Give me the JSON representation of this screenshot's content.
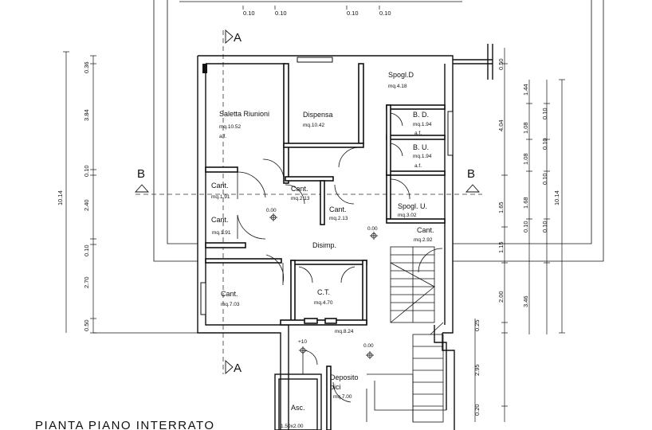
{
  "title": "PIANTA PIANO INTERRATO",
  "section_labels": {
    "a": "A",
    "b": "B"
  },
  "rooms": {
    "saletta": {
      "name": "Saletta Riunioni",
      "area": "mq.10.52",
      "note": "a.f."
    },
    "dispensa": {
      "name": "Dispensa",
      "area": "mq.10.42"
    },
    "spogl_d": {
      "name": "Spogl.D",
      "area": "mq.4.18"
    },
    "bd": {
      "name": "B. D.",
      "area": "mq.1.94",
      "note": "a.f."
    },
    "bu": {
      "name": "B. U.",
      "area": "mq.1.94",
      "note": "a.f."
    },
    "cant1": {
      "name": "Cant.",
      "area": "mq.1.91"
    },
    "cant2": {
      "name": "Cant.",
      "area": "mq.1.91"
    },
    "cant3": {
      "name": "Cant.",
      "area": "mq.2.13"
    },
    "cant4": {
      "name": "Cant.",
      "area": "mq.2.13"
    },
    "spogl_u": {
      "name": "Spogl. U.",
      "area": "mq.3.02"
    },
    "cant5": {
      "name": "Cant.",
      "area": "mq.2.92"
    },
    "disimp": {
      "name": "Disimp.",
      "area": "mq.8.24"
    },
    "cant6": {
      "name": "Cant.",
      "area": "mq.7.03"
    },
    "ct": {
      "name": "C.T.",
      "area": "mq.4.70"
    },
    "deposito": {
      "name": "Deposito",
      "name2": "bici",
      "area": "mq.7.00"
    },
    "asc": {
      "name": "Asc.",
      "area": "1.50x2.00"
    }
  },
  "levels": {
    "l1": "0.00",
    "l2": "0.00",
    "l3": "0.00",
    "l4": "+10"
  },
  "dims_left_outer": [
    "0.36",
    "3.84",
    "0.10",
    "2.40",
    "0.10",
    "2.70",
    "0.50"
  ],
  "dim_left_total": "10.14",
  "dims_right_a": [
    "0.50",
    "4.04",
    "1.65",
    "1.15",
    "2.00",
    "0.25",
    "2.95",
    "0.20"
  ],
  "dims_right_b": [
    "1.44",
    "0.10",
    "1.08",
    "0.10",
    "1.08",
    "0.10",
    "1.68",
    "0.10",
    "0.10",
    "3.46"
  ],
  "dim_right_total": "10.14",
  "dims_top": [
    "0.10",
    "0.10",
    "0.10",
    "0.10"
  ]
}
